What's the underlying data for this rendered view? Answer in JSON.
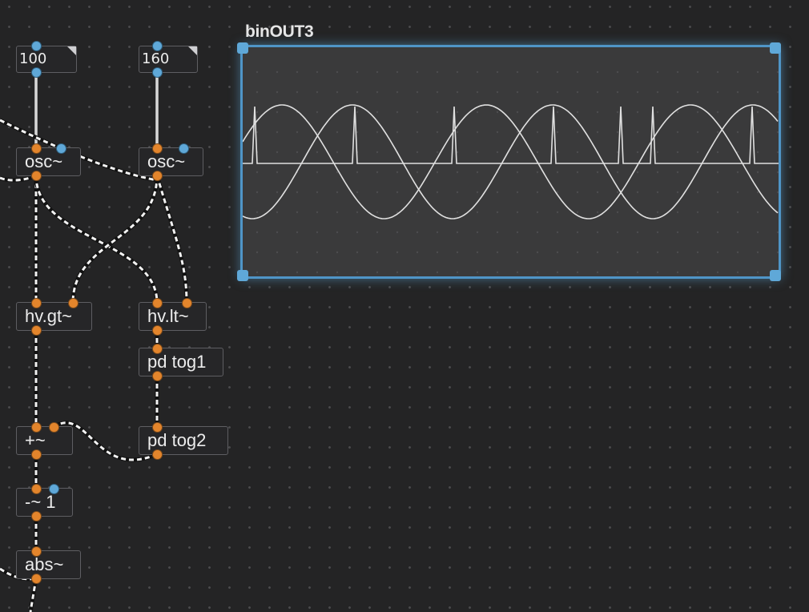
{
  "scope": {
    "title": "binOUT3"
  },
  "objects": {
    "num1": "100",
    "num2": "160",
    "osc1": "osc~",
    "osc2": "osc~",
    "gt": "hv.gt~",
    "lt": "hv.lt~",
    "tog1": "pd tog1",
    "tog2": "pd tog2",
    "plus": "+~",
    "minus": "-~ 1",
    "abs": "abs~"
  },
  "colors": {
    "background": "#242425",
    "signal_port": "#e3852c",
    "control_port": "#5fa8d8",
    "selection": "#5fa8d8",
    "scope_trace": "#e0e0e0"
  }
}
